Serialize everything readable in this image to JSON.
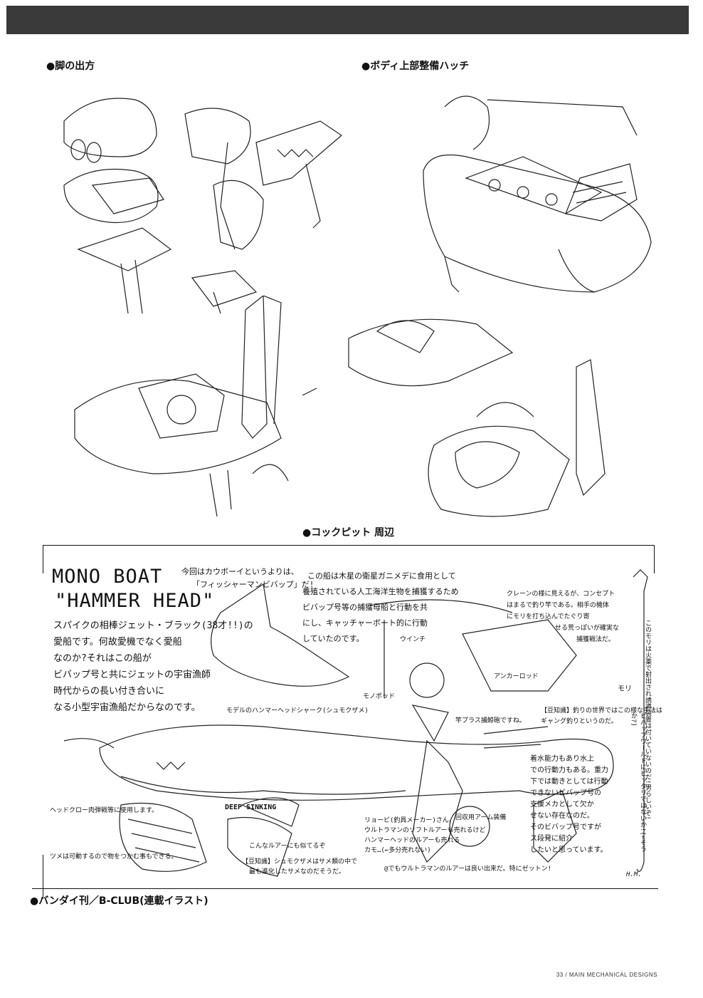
{
  "sections": {
    "legs": "●脚の出方",
    "hatch": "●ボディ上部整備ハッチ",
    "cockpit": "●コックピット 周辺",
    "source": "●バンダイ刊／B-CLUB(連載イラスト)"
  },
  "illustration": {
    "title_line1": "MONO BOAT",
    "title_line2": "\"HAMMER HEAD\"",
    "intro": [
      "今回はカウボーイというよりは、",
      "「フィッシャーマンビバップ」だ!"
    ],
    "description": [
      "スパイクの相棒ジェット・ブラック(38才!!)の",
      "愛船です。何故愛機でなく愛船",
      "なのか?それはこの船が",
      "ビバップ号と共にジェットの宇宙漁師",
      "時代からの長い付き合いに",
      "なる小型宇宙漁船だからなのです。"
    ],
    "mothership": [
      "この船は木星の衛星ガニメデに食用として",
      "養殖されている人工海洋生物を捕獲するため",
      "ビバップ号等の捕獲母船と行動を共",
      "にし、キャッチャーボート的に行動",
      "していたのです。"
    ],
    "crane": [
      "クレーンの様に見えるが、コンセプト",
      "はまるで釣り竿である。相手の機体",
      "にモリを打ち込んでたぐり寄",
      "せる荒っぽいが確実な",
      "捕獲戦法だ。"
    ],
    "labels": {
      "winch": "ウインチ",
      "anchor_rod": "アンカーロッド",
      "harpoon": "モリ",
      "monopod": "モノポッド",
      "model": "モデルのハンマーヘッドシャーク(シュモクザメ)",
      "deep_sinking": "DEEP SINKING",
      "lure": "こんなルアーにも似てるぞ",
      "reel_net": "竿プラス捕鯨砲ですね。",
      "claw": "ヘッドクロー肉弾戦等に使用します。",
      "tsume": "ツメは可動するので物をつかむ事もできる。",
      "recovery_arm": "回収用アーム装備"
    },
    "trivia_fishing": [
      "【豆知識】釣りの世界ではこの様な手法は",
      "ギャング釣りというのだ。"
    ],
    "trivia_shark": [
      "【豆知識】シュモクザメはサメ類の中で",
      "最も進化したサメなのだそうだ。"
    ],
    "ryobi": [
      "リョービ(釣具メーカー)さん、",
      "ウルトラマンのソフトルアーも売れるけど",
      "ハンマーヘッドのルアーも売れる",
      "カモ…(←多分売れない)"
    ],
    "ultraman": "@でもウルトラマンのルアーは良い出来だ。特にゼットン!",
    "underwater": [
      "着水能力もあり水上",
      "での行動力もある。重力",
      "下では動きとしては行動",
      "できないビバップ号の",
      "支援メカとして欠か",
      "せない存在なのだ。",
      "そのビバップ号ですが",
      "ス段発に紹介",
      "したいと思っています。"
    ],
    "side_note": "このモリは火薬で射出され誘導装置は付いていないのだ!男らしいぞ!",
    "side_note2": "ビバップワールドにピッタリではないか!(←そうか?)",
    "signature": "H.M."
  },
  "page_footer": "33 / MAIN MECHANICAL DESIGNS"
}
